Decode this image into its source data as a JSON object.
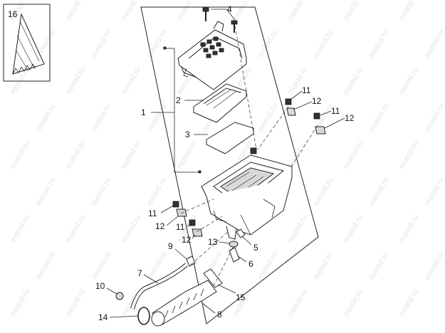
{
  "watermark": "motod.ru",
  "inset_label": "16",
  "callouts": {
    "c1": "1",
    "c2": "2",
    "c3": "3",
    "c4": "4",
    "c5": "5",
    "c6": "6",
    "c7": "7",
    "c8": "8",
    "c9": "9",
    "c10": "10",
    "c11a": "11",
    "c11b": "11",
    "c11c": "11",
    "c11d": "11",
    "c12a": "12",
    "c12b": "12",
    "c12c": "12",
    "c12d": "12",
    "c13": "13",
    "c14": "14",
    "c15": "15"
  }
}
